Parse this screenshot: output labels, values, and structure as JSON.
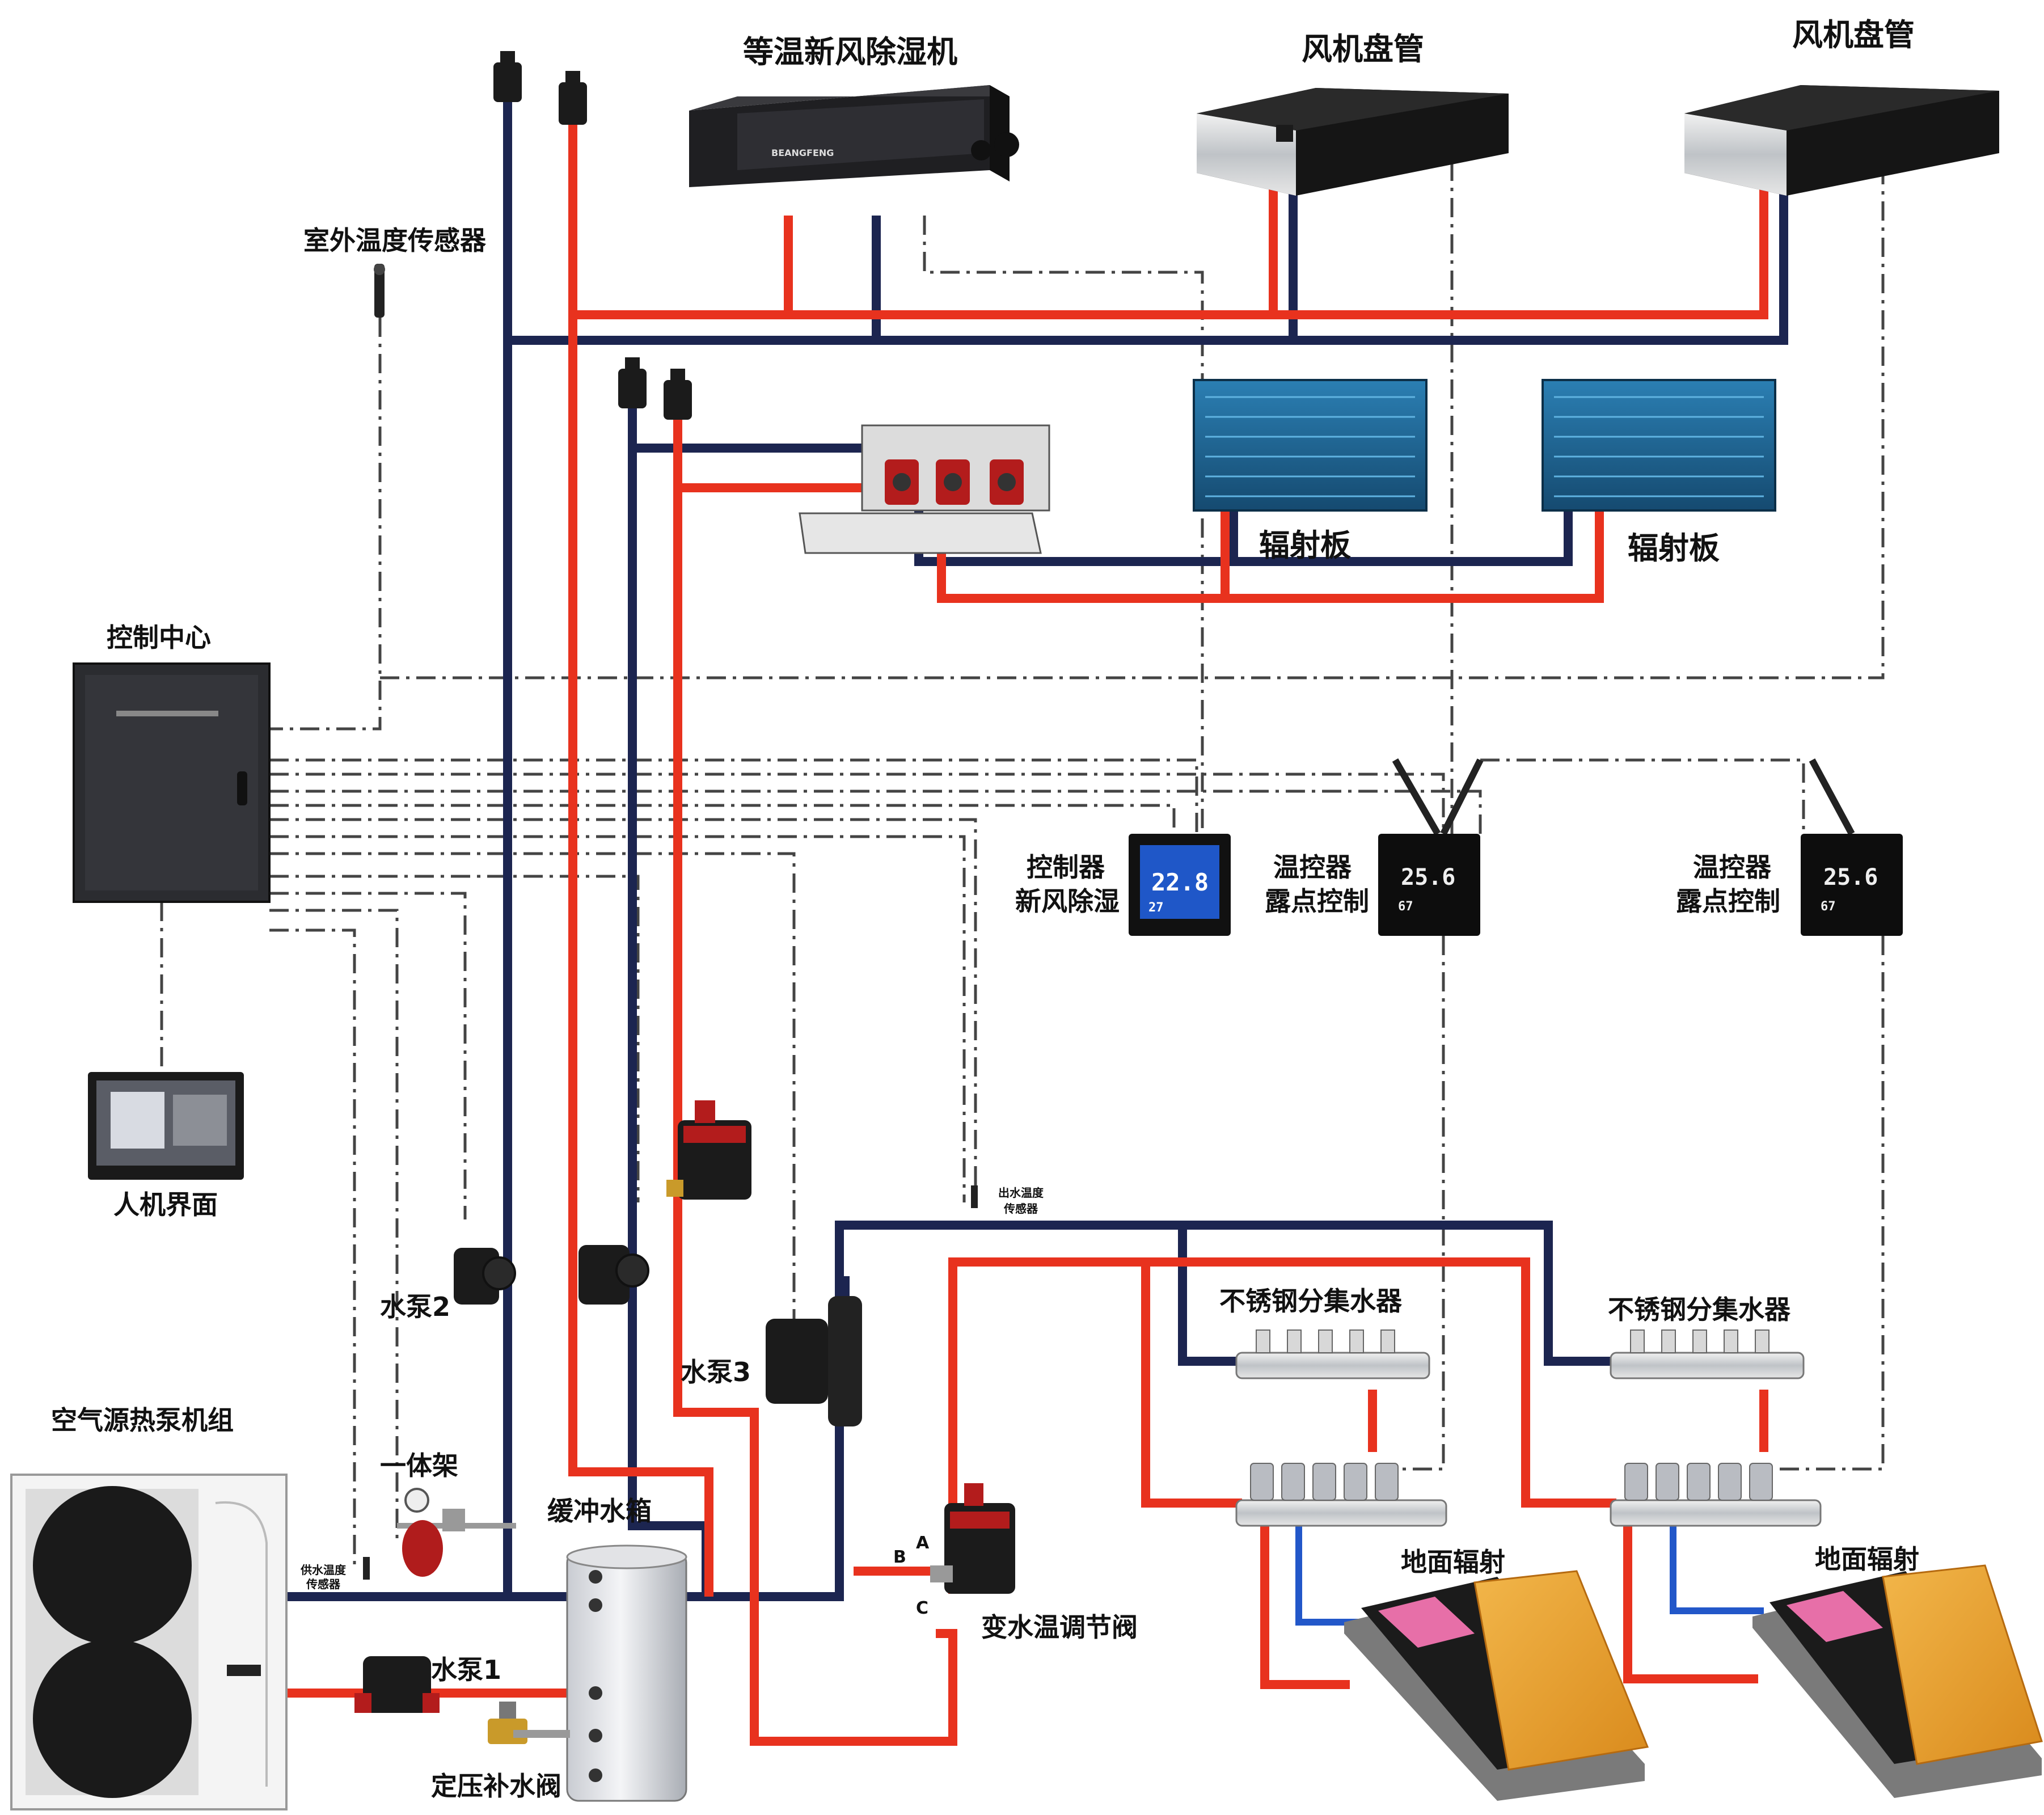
{
  "colors": {
    "supply": "#e8321e",
    "return": "#1c2550",
    "floor_supply": "#2257c9",
    "signal": "#444444",
    "device_dark": "#2a2a2e",
    "panel_blue": "#1c5f8c",
    "wood": "#e8a030"
  },
  "labels": {
    "dehumidifier": "等温新风除湿机",
    "fan_coil_1": "风机盘管",
    "fan_coil_2": "风机盘管",
    "outdoor_sensor": "室外温度传感器",
    "radiant_panel_1": "辐射板",
    "radiant_panel_2": "辐射板",
    "control_center": "控制中心",
    "hmi": "人机界面",
    "controller_l1": "控制器",
    "controller_l2": "新风除湿",
    "thermostat1_l1": "温控器",
    "thermostat1_l2": "露点控制",
    "thermostat2_l1": "温控器",
    "thermostat2_l2": "露点控制",
    "pump2": "水泵2",
    "pump3": "水泵3",
    "pump1": "水泵1",
    "heat_pump": "空气源热泵机组",
    "integrated_rack": "一体架",
    "buffer_tank": "缓冲水箱",
    "mixing_valve": "变水温调节阀",
    "pressure_valve": "定压补水阀",
    "manifold_1": "不锈钢分集水器",
    "manifold_2": "不锈钢分集水器",
    "floor_1": "地面辐射",
    "floor_2": "地面辐射",
    "outlet_temp_sensor_l1": "出水温度",
    "outlet_temp_sensor_l2": "传感器",
    "return_temp_sensor_l1": "供水温度",
    "return_temp_sensor_l2": "传感器",
    "valve_port_a": "A",
    "valve_port_b": "B",
    "valve_port_c": "C"
  },
  "devices": {
    "dehumidifier_brand": "BEANGFENG",
    "controller_temp": "22.8",
    "controller_sub": "27",
    "thermostat1_temp": "25.6",
    "thermostat1_sub": "67",
    "thermostat2_temp": "25.6",
    "thermostat2_sub": "67"
  }
}
